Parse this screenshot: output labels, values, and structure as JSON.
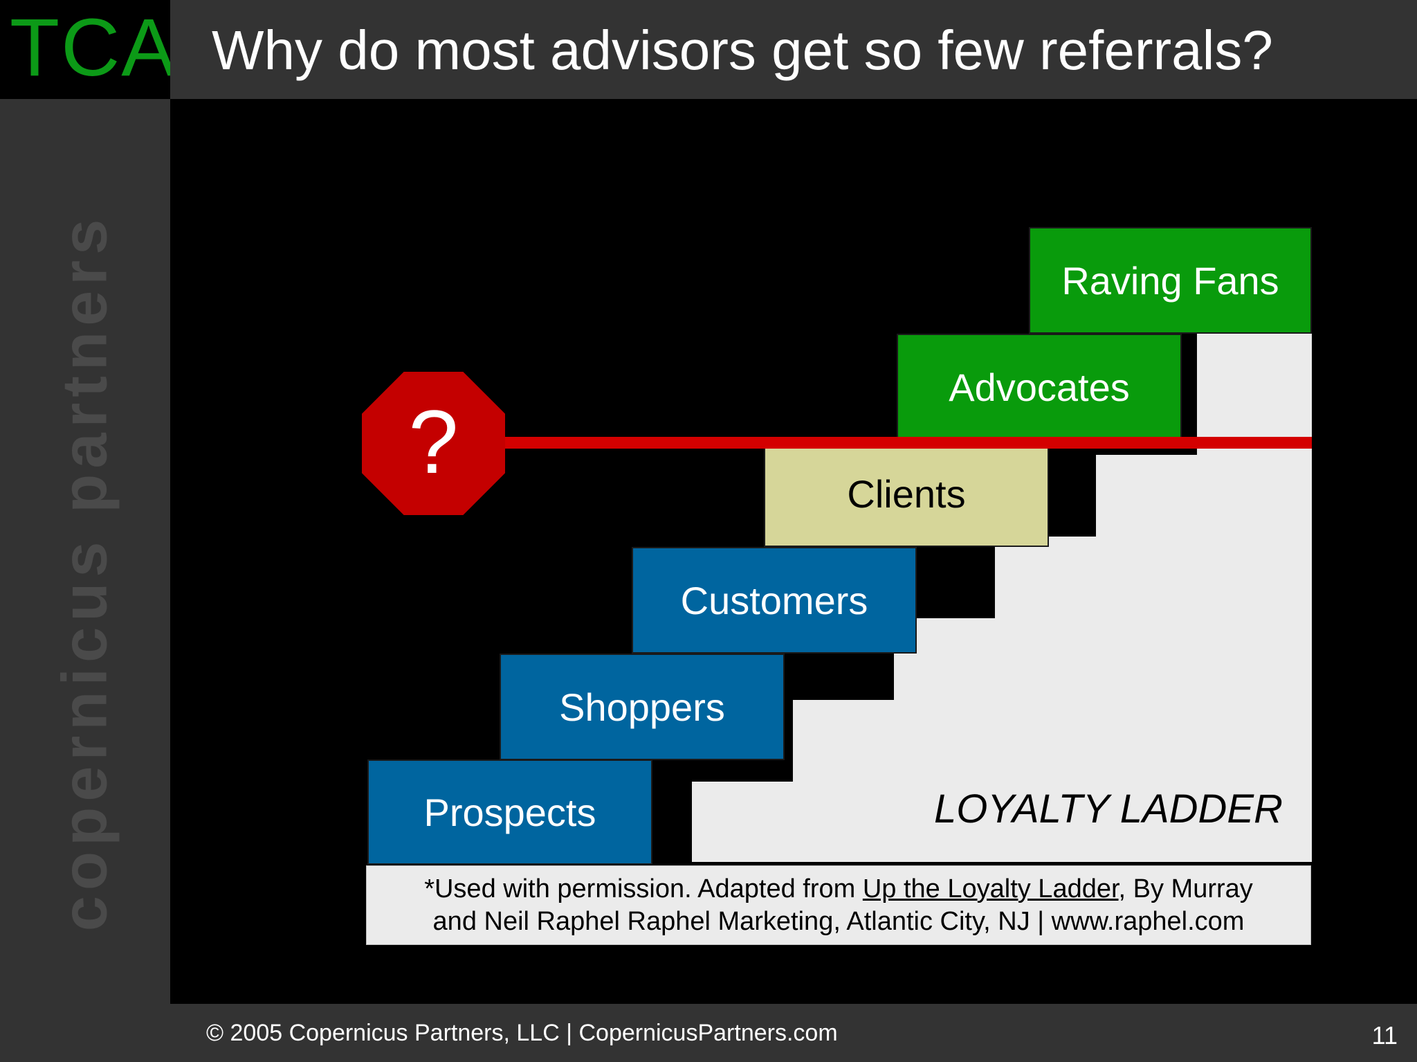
{
  "header": {
    "logo_text": "TCA",
    "title": "Why do most advisors get so few referrals?"
  },
  "sidebar": {
    "wordmark": "copernicus partners"
  },
  "diagram": {
    "stop_sign_text": "?",
    "steps": [
      {
        "label": "Prospects",
        "color": "#00659f"
      },
      {
        "label": "Shoppers",
        "color": "#00659f"
      },
      {
        "label": "Customers",
        "color": "#00659f"
      },
      {
        "label": "Clients",
        "color": "#d6d699"
      },
      {
        "label": "Advocates",
        "color": "#099b0c"
      },
      {
        "label": "Raving Fans",
        "color": "#099b0c"
      }
    ],
    "ladder_label": "LOYALTY LADDER",
    "barrier_color": "#d40000"
  },
  "citation": {
    "line1_prefix": "*Used with permission.  Adapted from ",
    "book_title": "Up the Loyalty Ladder",
    "line1_suffix": ", By Murray",
    "line2": "and Neil Raphel Raphel Marketing, Atlantic City, NJ | www.raphel.com"
  },
  "footer": {
    "copyright": "© 2005 Copernicus Partners, LLC | CopernicusPartners.com",
    "page_number": "11"
  }
}
